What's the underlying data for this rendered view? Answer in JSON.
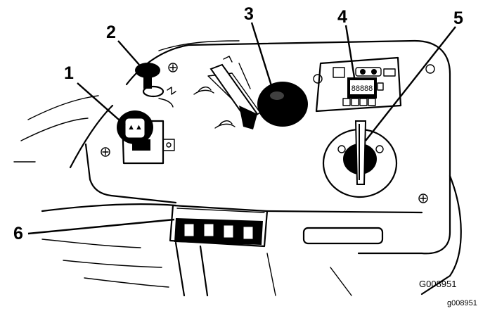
{
  "callouts": [
    {
      "id": "callout-1",
      "label": "1"
    },
    {
      "id": "callout-2",
      "label": "2"
    },
    {
      "id": "callout-3",
      "label": "3"
    },
    {
      "id": "callout-4",
      "label": "4"
    },
    {
      "id": "callout-5",
      "label": "5"
    },
    {
      "id": "callout-6",
      "label": "6"
    }
  ],
  "figure_code": "G008951",
  "figure_code_small": "g008951"
}
